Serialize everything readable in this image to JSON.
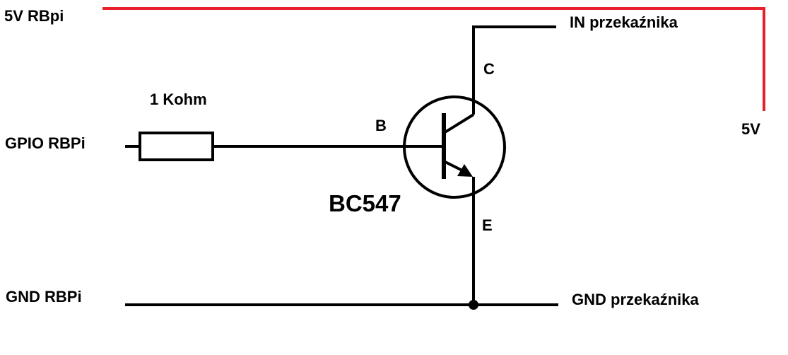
{
  "labels": {
    "vcc_rbpi": "5V RBpi",
    "gpio_rbpi": "GPIO RBPi",
    "gnd_rbpi": "GND RBPi",
    "resistor": "1 Kohm",
    "transistor": "BC547",
    "base_pin": "B",
    "collector_pin": "C",
    "emitter_pin": "E",
    "relay_in": "IN przekaźnika",
    "relay_gnd": "GND przekaźnika",
    "supply_5v": "5V"
  },
  "colors": {
    "wire": "#000000",
    "supply_wire": "#e8202a",
    "background": "#ffffff"
  }
}
